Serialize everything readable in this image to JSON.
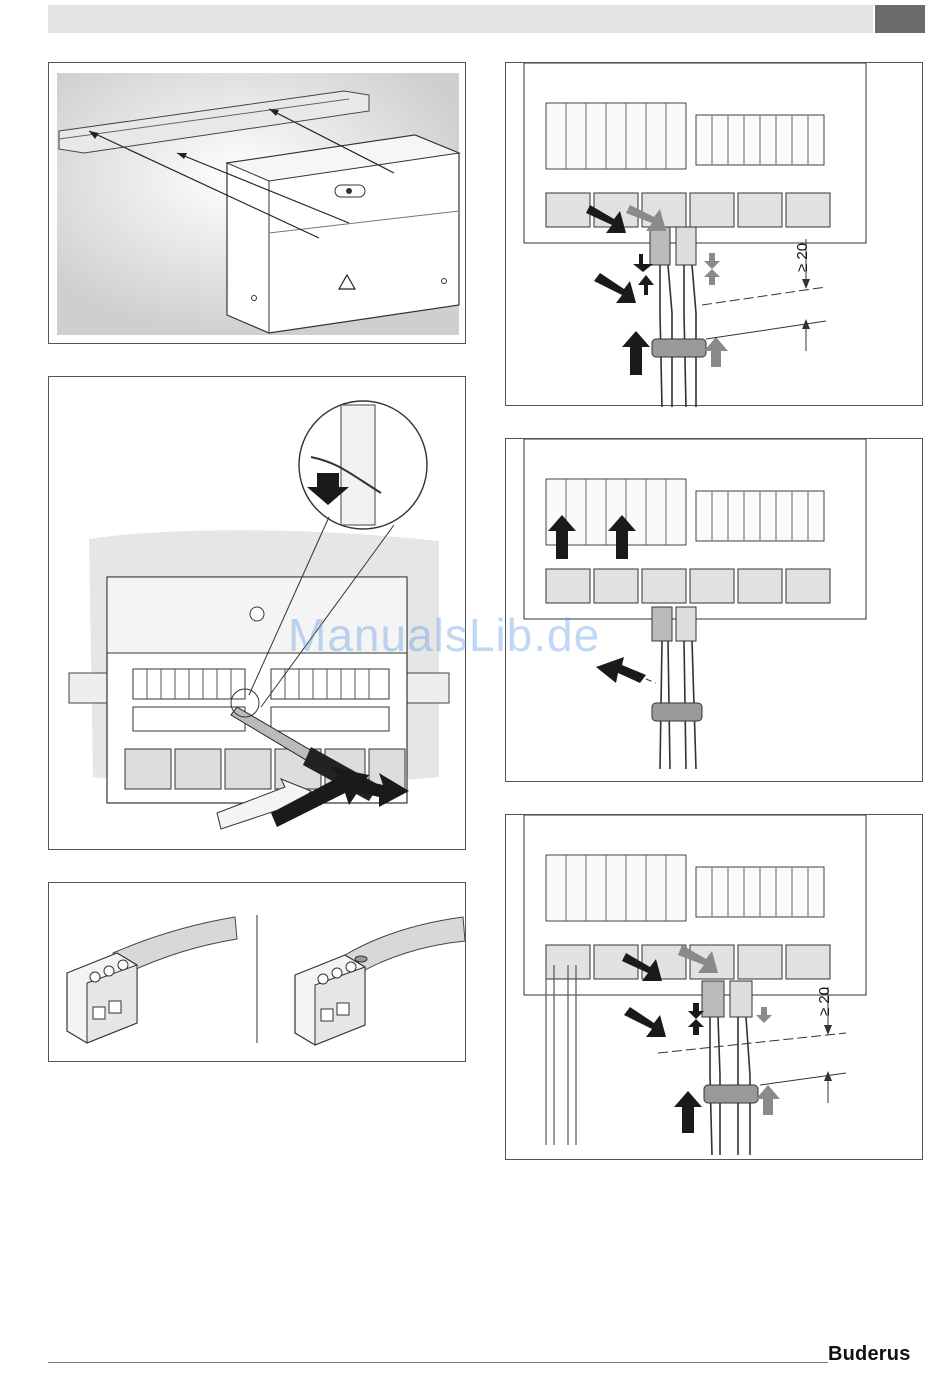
{
  "page": {
    "brand": "Buderus",
    "watermark": "ManualsLib.de"
  },
  "figures": {
    "fig4": {
      "dimension": "≥ 20"
    },
    "fig6": {
      "dimension": "≥ 20"
    }
  },
  "colors": {
    "header_bar": "#e3e3e3",
    "header_tab": "#6a6a6a",
    "arrow_dark": "#1a1a1a",
    "arrow_gray": "#8a8a8a",
    "watermark": "#5a96e6"
  }
}
